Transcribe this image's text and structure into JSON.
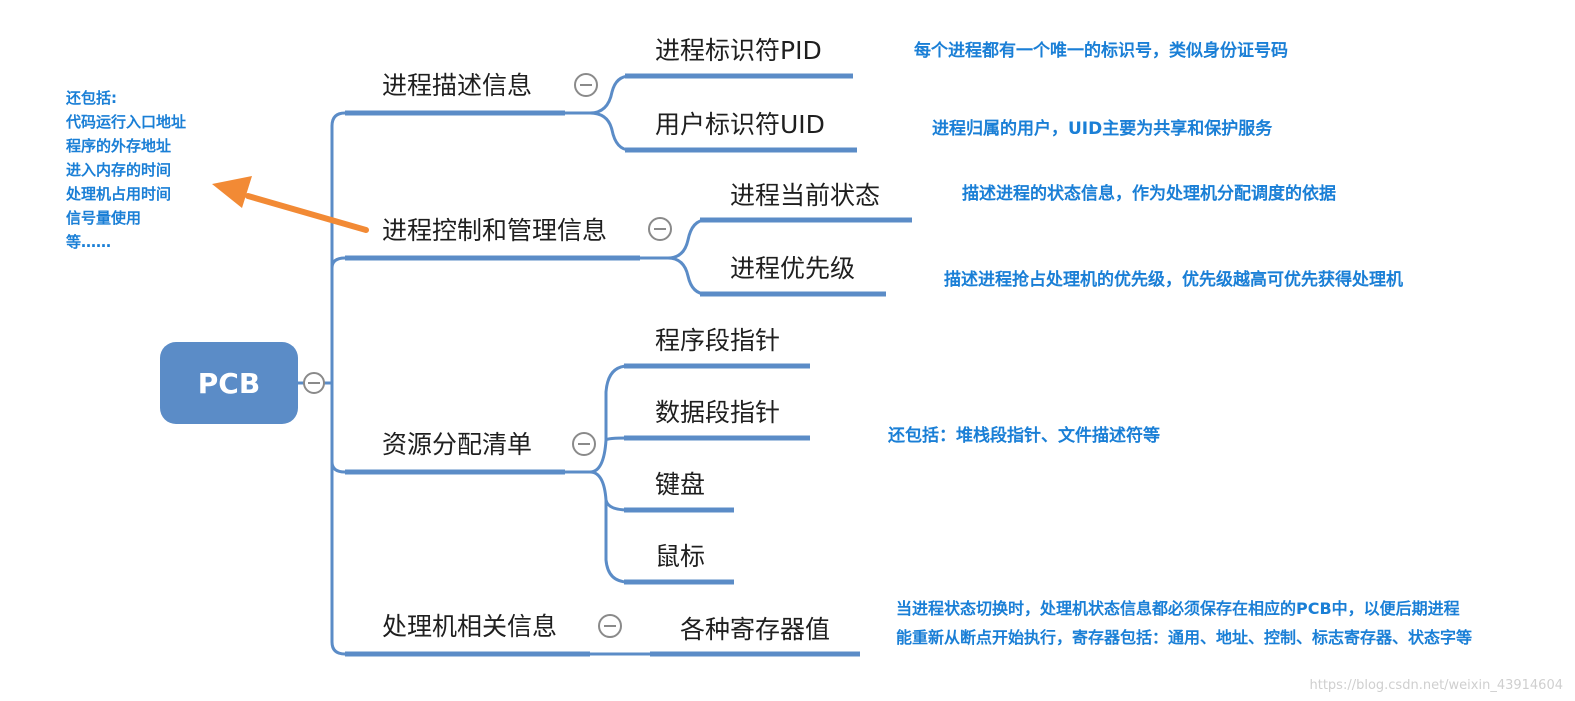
{
  "root": "PCB",
  "branches": [
    {
      "label": "进程描述信息",
      "children": [
        {
          "label": "进程标识符PID",
          "note": "每个进程都有一个唯一的标识号，类似身份证号码"
        },
        {
          "label": "用户标识符UID",
          "note": "进程归属的用户，UID主要为共享和保护服务"
        }
      ]
    },
    {
      "label": "进程控制和管理信息",
      "children": [
        {
          "label": "进程当前状态",
          "note": "描述进程的状态信息，作为处理机分配调度的依据"
        },
        {
          "label": "进程优先级",
          "note": "描述进程抢占处理机的优先级，优先级越高可优先获得处理机"
        }
      ]
    },
    {
      "label": "资源分配清单",
      "children": [
        {
          "label": "程序段指针"
        },
        {
          "label": "数据段指针"
        },
        {
          "label": "键盘"
        },
        {
          "label": "鼠标"
        }
      ],
      "note": "还包括：堆栈段指针、文件描述符等"
    },
    {
      "label": "处理机相关信息",
      "children": [
        {
          "label": "各种寄存器值"
        }
      ],
      "note": "当进程状态切换时，处理机状态信息都必须保存在相应的PCB中，以便后期进程\n能重新从断点开始执行，寄存器包括：通用、地址、控制、标志寄存器、状态字等"
    }
  ],
  "side_note": "还包括:\n代码运行入口地址\n程序的外存地址\n进入内存的时间\n处理机占用时间\n信号量使用\n等……",
  "watermark": "https://blog.csdn.net/weixin_43914604",
  "colors": {
    "root_fill": "#5b8cc7",
    "line": "#5b8cc7",
    "note_text": "#1a7fd6",
    "arrow": "#f28a35",
    "collapse_icon": "#8a8a8a"
  }
}
